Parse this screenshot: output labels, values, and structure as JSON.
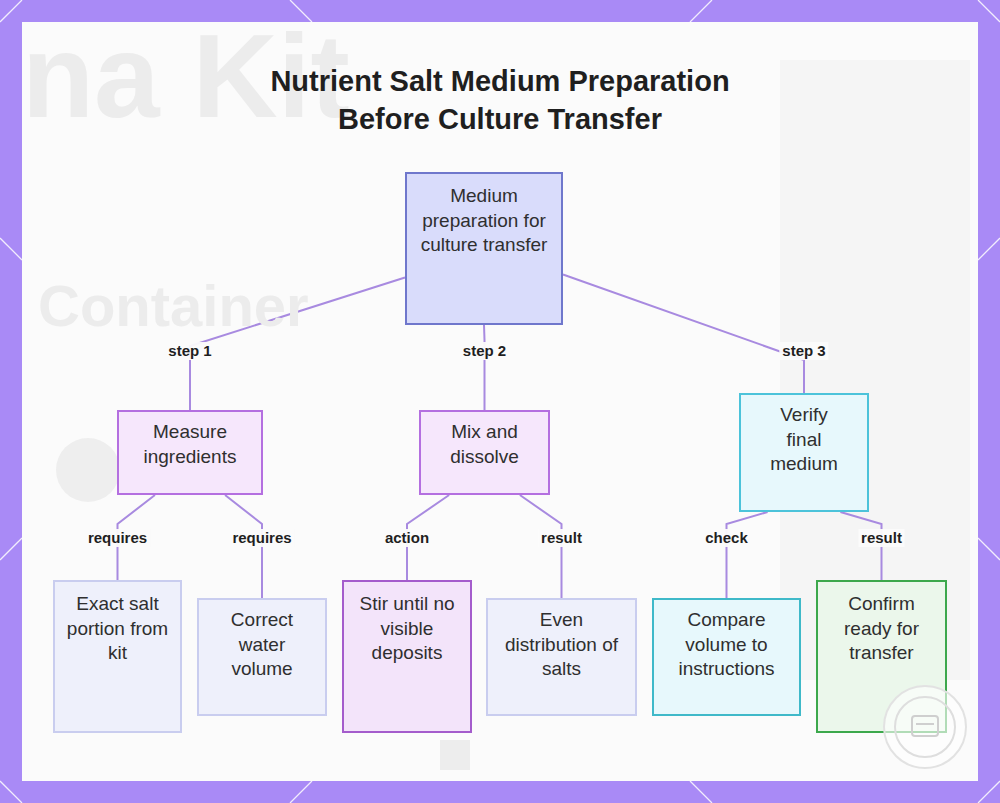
{
  "diagram": {
    "title": "Nutrient Salt Medium Preparation Before Culture Transfer",
    "nodes": [
      {
        "text": [
          "Medium preparation for culture transfer"
        ]
      },
      {
        "text": [
          "Measure ingredients"
        ]
      },
      {
        "text": [
          "Mix and dissolve"
        ]
      },
      {
        "text": [
          "Verify final medium"
        ]
      },
      {
        "text": [
          "Exact salt portion from kit"
        ]
      },
      {
        "text": [
          "Correct water volume"
        ]
      },
      {
        "text": [
          "Stir until no visible deposits"
        ]
      },
      {
        "text": [
          "Even distribution of salts"
        ]
      },
      {
        "text": [
          "Compare volume to instructions"
        ]
      },
      {
        "text": [
          "Confirm ready for transfer"
        ]
      }
    ],
    "edges": [
      {
        "from": 0,
        "to": 1,
        "label": "step 1",
        "arrow": "none"
      },
      {
        "from": 0,
        "to": 2,
        "label": "step 2",
        "arrow": "none"
      },
      {
        "from": 0,
        "to": 3,
        "label": "step 3",
        "arrow": "none"
      },
      {
        "from": 1,
        "to": 4,
        "label": "requires",
        "arrow": "none"
      },
      {
        "from": 1,
        "to": 5,
        "label": "requires",
        "arrow": "none"
      },
      {
        "from": 2,
        "to": 6,
        "label": "action",
        "arrow": "none"
      },
      {
        "from": 2,
        "to": 7,
        "label": "result",
        "arrow": "none"
      },
      {
        "from": 3,
        "to": 8,
        "label": "check",
        "arrow": "none"
      },
      {
        "from": 3,
        "to": 9,
        "label": "result",
        "arrow": "none"
      }
    ],
    "labels": [
      "na Kit",
      "Container"
    ]
  }
}
